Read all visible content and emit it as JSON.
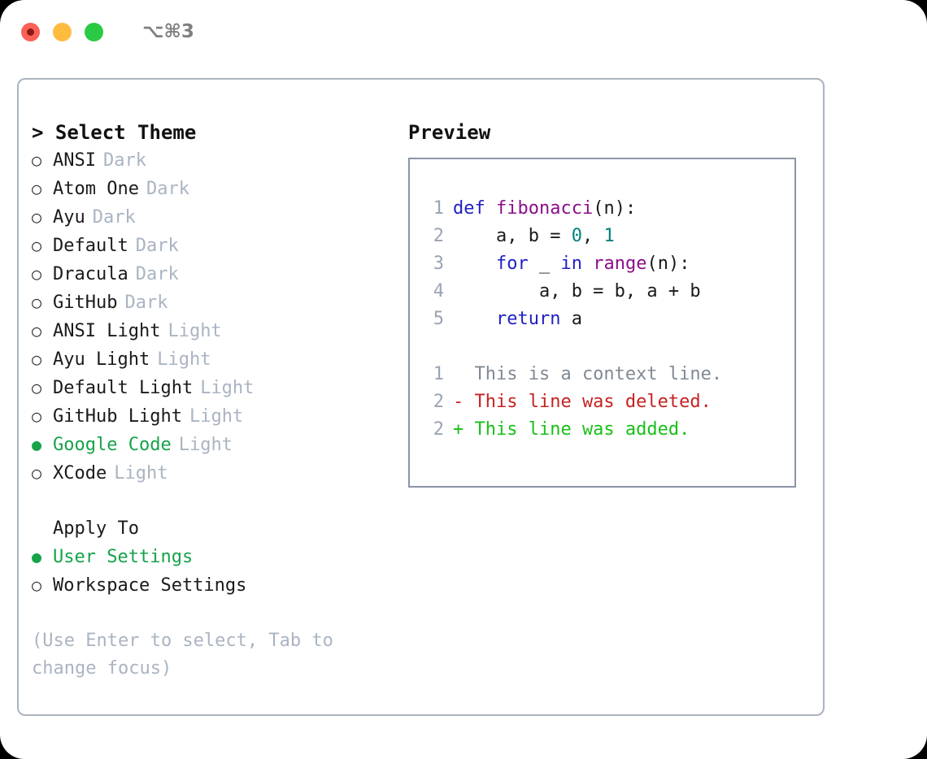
{
  "titlebar": {
    "shortcut": "⌥⌘3",
    "buttons": [
      "close",
      "minimize",
      "maximize"
    ]
  },
  "left": {
    "header": "> Select Theme",
    "themes": [
      {
        "bullet": "○",
        "name": "ANSI",
        "tag": "Dark",
        "selected": false
      },
      {
        "bullet": "○",
        "name": "Atom One",
        "tag": "Dark",
        "selected": false
      },
      {
        "bullet": "○",
        "name": "Ayu",
        "tag": "Dark",
        "selected": false
      },
      {
        "bullet": "○",
        "name": "Default",
        "tag": "Dark",
        "selected": false
      },
      {
        "bullet": "○",
        "name": "Dracula",
        "tag": "Dark",
        "selected": false
      },
      {
        "bullet": "○",
        "name": "GitHub",
        "tag": "Dark",
        "selected": false
      },
      {
        "bullet": "○",
        "name": "ANSI Light",
        "tag": "Light",
        "selected": false
      },
      {
        "bullet": "○",
        "name": "Ayu Light",
        "tag": "Light",
        "selected": false
      },
      {
        "bullet": "○",
        "name": "Default Light",
        "tag": "Light",
        "selected": false
      },
      {
        "bullet": "○",
        "name": "GitHub Light",
        "tag": "Light",
        "selected": false
      },
      {
        "bullet": "●",
        "name": "Google Code",
        "tag": "Light",
        "selected": true
      },
      {
        "bullet": "○",
        "name": "XCode",
        "tag": "Light",
        "selected": false
      }
    ],
    "apply_to": {
      "title": "Apply To",
      "options": [
        {
          "bullet": "●",
          "name": "User Settings",
          "selected": true
        },
        {
          "bullet": "○",
          "name": "Workspace Settings",
          "selected": false
        }
      ]
    },
    "hint": "(Use Enter to select, Tab to change focus)"
  },
  "right": {
    "header": "Preview",
    "code": [
      {
        "lineno": "1",
        "tokens": [
          {
            "t": "def ",
            "c": "kw"
          },
          {
            "t": "fibonacci",
            "c": "fn"
          },
          {
            "t": "(n):",
            "c": "plain"
          }
        ]
      },
      {
        "lineno": "2",
        "tokens": [
          {
            "t": "    a, b = ",
            "c": "plain"
          },
          {
            "t": "0",
            "c": "num"
          },
          {
            "t": ", ",
            "c": "plain"
          },
          {
            "t": "1",
            "c": "num"
          }
        ]
      },
      {
        "lineno": "3",
        "tokens": [
          {
            "t": "    ",
            "c": "plain"
          },
          {
            "t": "for",
            "c": "kw"
          },
          {
            "t": " _ ",
            "c": "plain"
          },
          {
            "t": "in",
            "c": "kw"
          },
          {
            "t": " ",
            "c": "plain"
          },
          {
            "t": "range",
            "c": "fn"
          },
          {
            "t": "(n):",
            "c": "plain"
          }
        ]
      },
      {
        "lineno": "4",
        "tokens": [
          {
            "t": "        a, b = b, a + b",
            "c": "plain"
          }
        ]
      },
      {
        "lineno": "5",
        "tokens": [
          {
            "t": "    ",
            "c": "plain"
          },
          {
            "t": "return",
            "c": "kw"
          },
          {
            "t": " a",
            "c": "plain"
          }
        ]
      }
    ],
    "diff": [
      {
        "lineno": "1",
        "text": "  This is a context line.",
        "kind": "ctx"
      },
      {
        "lineno": "2",
        "text": "- This line was deleted.",
        "kind": "del"
      },
      {
        "lineno": "2",
        "text": "+ This line was added.",
        "kind": "add"
      }
    ]
  },
  "colors": {
    "accent_green": "#16a34a",
    "diff_add": "#18c018",
    "diff_del": "#c62222",
    "keyword": "#1f1fc4",
    "function": "#8a0f8a",
    "number": "#008080",
    "muted": "#aab4c2",
    "border": "#aab3bf",
    "preview_border": "#8b95a6"
  }
}
